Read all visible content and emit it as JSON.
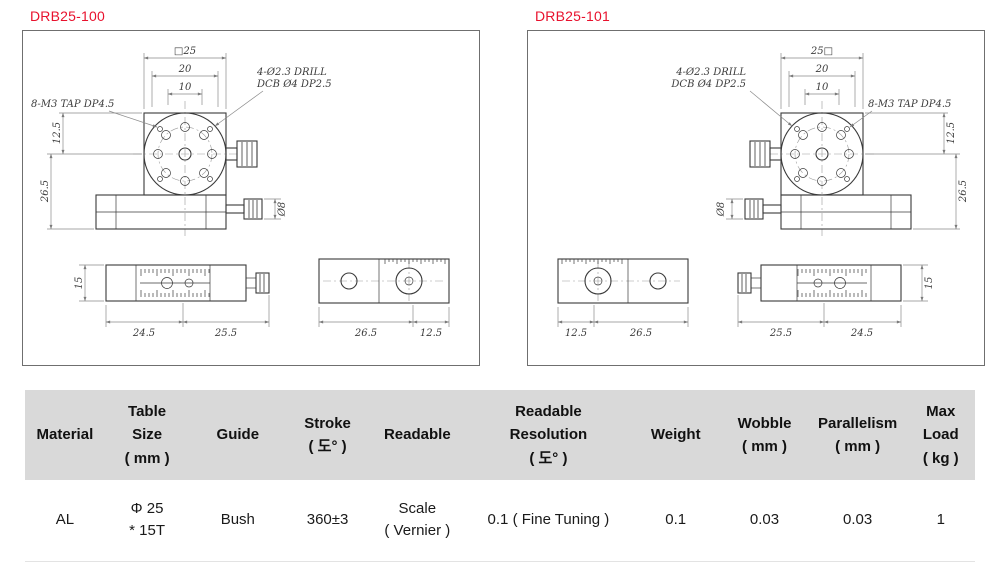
{
  "page": {
    "background": "#ffffff",
    "accent_red": "#e8112d"
  },
  "drawings": [
    {
      "title": "DRB25-100",
      "dims": {
        "top_outer": "□25",
        "top_mid": "20",
        "top_inner": "10",
        "drill_note_1": "4-Ø2.3 DRILL",
        "drill_note_2": "DCB Ø4 DP2.5",
        "tap_note": "8-M3 TAP DP4.5",
        "half_height": "12.5",
        "total_height": "26.5",
        "knob_dia": "Ø8",
        "base_height": "15",
        "bottom_1": "24.5",
        "bottom_2": "25.5",
        "bottom_3": "26.5",
        "bottom_4": "12.5"
      }
    },
    {
      "title": "DRB25-101",
      "dims": {
        "top_outer": "25□",
        "top_mid": "20",
        "top_inner": "10",
        "drill_note_1": "4-Ø2.3 DRILL",
        "drill_note_2": "DCB Ø4 DP2.5",
        "tap_note": "8-M3 TAP DP4.5",
        "half_height": "12.5",
        "total_height": "26.5",
        "knob_dia": "Ø8",
        "base_height": "15",
        "bottom_1": "12.5",
        "bottom_2": "26.5",
        "bottom_3": "25.5",
        "bottom_4": "24.5"
      }
    }
  ],
  "spec_table": {
    "headers": [
      "Material",
      "Table\nSize\n( mm )",
      "Guide",
      "Stroke\n( 도° )",
      "Readable",
      "Readable\nResolution\n( 도° )",
      "Weight",
      "Wobble\n( mm )",
      "Parallelism\n( mm )",
      "Max\nLoad\n( kg )"
    ],
    "row": [
      "AL",
      "Φ 25\n* 15T",
      "Bush",
      "360±3",
      "Scale\n( Vernier )",
      "0.1 ( Fine Tuning )",
      "0.1",
      "0.03",
      "0.03",
      "1"
    ]
  }
}
